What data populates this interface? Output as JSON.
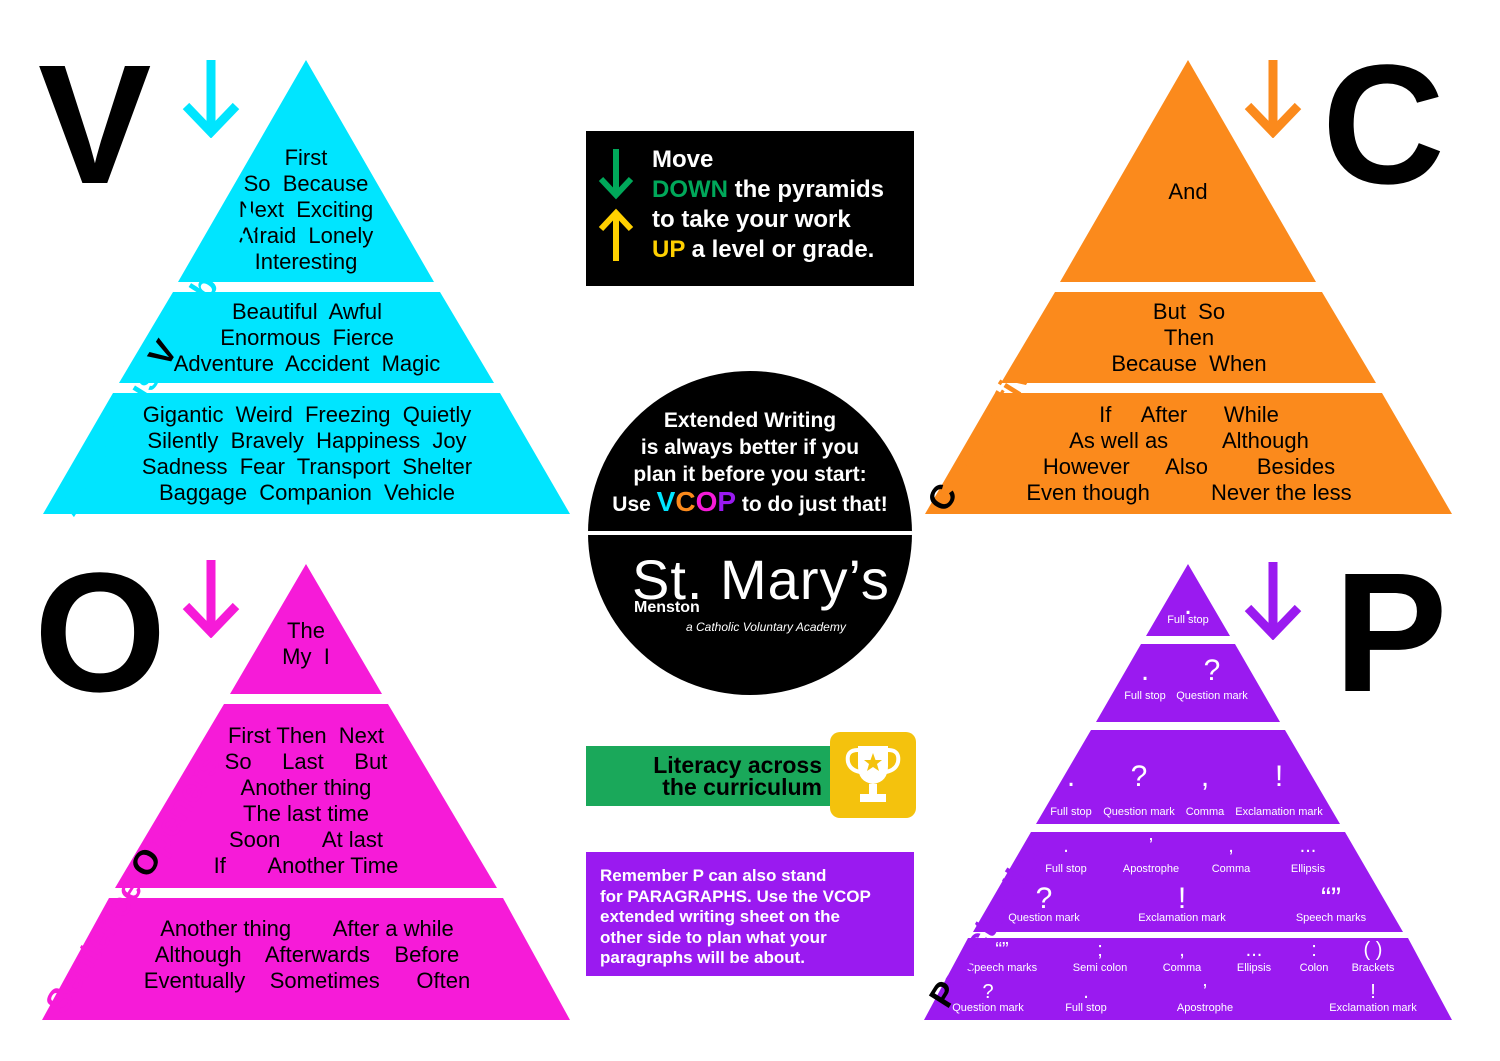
{
  "colors": {
    "vocabulary": "#00e5ff",
    "connectives": "#fb8a1c",
    "openers": "#f61bd8",
    "punctuation": "#9a1af0",
    "down_green": "#00a85a",
    "up_yellow": "#ffd000",
    "literacy_green": "#1aa85a",
    "trophy_yellow": "#f4c20d"
  },
  "vocabulary": {
    "letter": "V",
    "arrow": "down-arrow-icon",
    "title_first": "V",
    "title_prefix": "Ambitious ",
    "title_rest": "ocabulary",
    "tiers": [
      [
        "First",
        "So  Because",
        "Next  Exciting",
        "Afraid  Lonely",
        "Interesting"
      ],
      [
        "Beautiful  Awful",
        "Enormous  Fierce",
        "Adventure  Accident  Magic"
      ],
      [
        "Gigantic  Weird  Freezing  Quietly",
        "Silently  Bravely  Happiness  Joy",
        "Sadness  Fear  Transport  Shelter",
        "Baggage  Companion  Vehicle"
      ]
    ]
  },
  "connectives": {
    "letter": "C",
    "arrow": "down-arrow-icon",
    "title_first": "C",
    "title_rest": "onnectives",
    "tiers": [
      [
        "And"
      ],
      [
        "But  So",
        "Then",
        "Because  When"
      ],
      [
        "If     After      While",
        "As well as         Although",
        "However      Also        Besides",
        "Even though          Never the less"
      ]
    ]
  },
  "openers": {
    "letter": "O",
    "arrow": "down-arrow-icon",
    "title_prefix": "Sentence ",
    "title_first": "O",
    "title_rest": "peners",
    "tiers": [
      [
        "The",
        "My  I"
      ],
      [
        "First Then  Next",
        "So     Last     But",
        "Another thing",
        "The last time",
        "Soon       At last",
        "If       Another Time"
      ],
      [
        "Another thing       After a while",
        "Although    Afterwards    Before",
        "Eventually    Sometimes      Often"
      ]
    ]
  },
  "punctuation": {
    "letter": "P",
    "arrow": "down-arrow-icon",
    "title_first": "P",
    "title_rest": "unctuation",
    "tier1": [
      {
        "sym": ".",
        "label": "Full stop"
      }
    ],
    "tier2": [
      {
        "sym": ".",
        "label": "Full stop"
      },
      {
        "sym": "?",
        "label": "Question mark"
      }
    ],
    "tier3": [
      {
        "sym": ".",
        "label": "Full stop"
      },
      {
        "sym": "?",
        "label": "Question mark"
      },
      {
        "sym": ",",
        "label": "Comma"
      },
      {
        "sym": "!",
        "label": "Exclamation mark"
      }
    ],
    "tier4_row1": [
      {
        "sym": ".",
        "label": "Full stop"
      },
      {
        "sym": "’",
        "label": "Apostrophe"
      },
      {
        "sym": ",",
        "label": "Comma"
      },
      {
        "sym": "...",
        "label": "Ellipsis"
      }
    ],
    "tier4_row2": [
      {
        "sym": "?",
        "label": "Question mark"
      },
      {
        "sym": "!",
        "label": "Exclamation mark"
      },
      {
        "sym": "“”",
        "label": "Speech marks"
      }
    ],
    "tier5_row1": [
      {
        "sym": "“”",
        "label": "Speech marks"
      },
      {
        "sym": ";",
        "label": "Semi colon"
      },
      {
        "sym": ",",
        "label": "Comma"
      },
      {
        "sym": "...",
        "label": "Ellipsis"
      },
      {
        "sym": ":",
        "label": "Colon"
      },
      {
        "sym": "( )",
        "label": "Brackets"
      }
    ],
    "tier5_row2": [
      {
        "sym": "?",
        "label": "Question mark"
      },
      {
        "sym": ".",
        "label": "Full stop"
      },
      {
        "sym": "’",
        "label": "Apostrophe"
      },
      {
        "sym": "!",
        "label": "Exclamation mark"
      }
    ]
  },
  "instruction_box": {
    "line1": "Move",
    "down_word": "DOWN",
    "line2_rest": " the pyramids",
    "line3": "to take your work",
    "up_word": "UP",
    "line4_rest": " a level or grade."
  },
  "circle": {
    "line1": "Extended Writing",
    "line2": "is always better if you",
    "line3": "plan it before you start:",
    "line4_prefix": "Use ",
    "v": "V",
    "c": "C",
    "o": "O",
    "p": "P",
    "line4_suffix": " to do just that!",
    "school_name": "St. Mary’s",
    "school_place": "Menston",
    "school_sub": "a Catholic Voluntary Academy"
  },
  "literacy": {
    "line1": "Literacy across",
    "line2": "the curriculum",
    "icon": "trophy-icon"
  },
  "paragraph_note": {
    "lines": [
      "Remember P can also stand",
      "for PARAGRAPHS. Use the VCOP",
      "extended writing sheet on the",
      "other side to plan what your",
      "paragraphs will be about."
    ]
  }
}
